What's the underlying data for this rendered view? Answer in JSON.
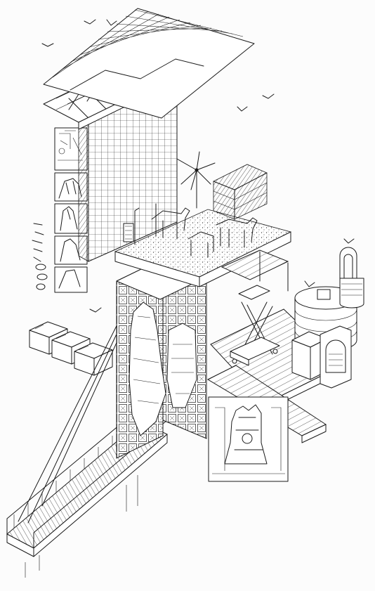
{
  "drawing": {
    "style": "black line axonometric illustration",
    "line_color": "#1a1a1a",
    "background_color": "#fcfcfc",
    "components": [
      "corrugated-roof",
      "timber-truss-frame",
      "gridded-tower-facade",
      "animal-stable-deck",
      "hay-bale-stack",
      "windmill",
      "tiled-panel-facade",
      "carved-sculpture-relief",
      "scissor-lift",
      "silo-tank",
      "boiler-machine",
      "lower-plank-deck",
      "inset-detail-panel",
      "suspension-bridge",
      "tool-sidebar",
      "stacked-crates",
      "seagulls"
    ]
  }
}
